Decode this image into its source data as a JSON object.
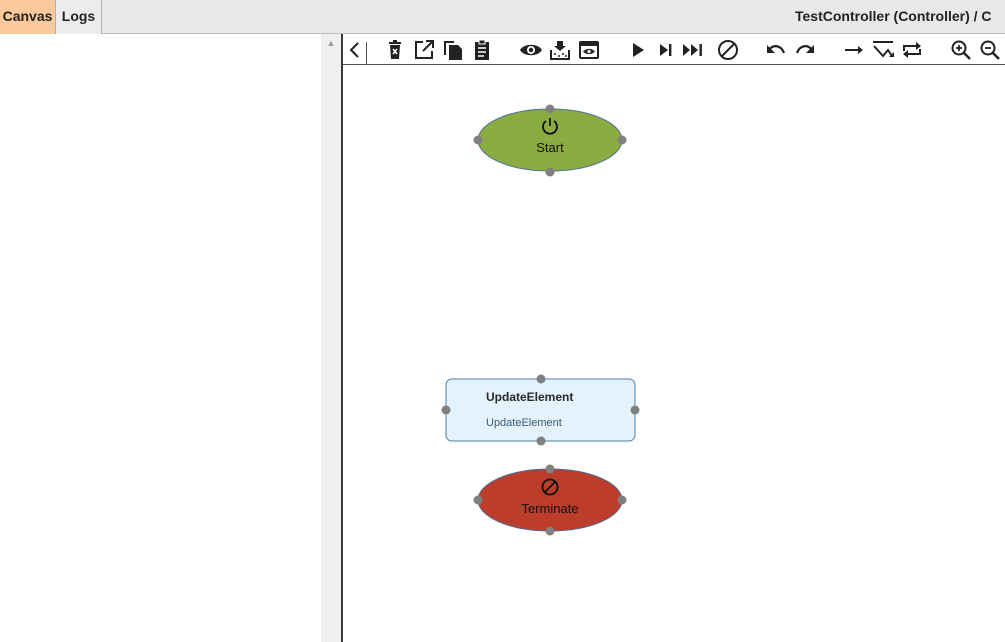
{
  "tabs": {
    "canvas": "Canvas",
    "logs": "Logs"
  },
  "header": {
    "title": "TestController (Controller) / C"
  },
  "toolbar": {
    "items": [
      "collapse-panel",
      "delete",
      "open-external",
      "copy",
      "paste",
      "view",
      "debug-step",
      "preview",
      "run",
      "step",
      "run-to-end",
      "disable",
      "undo",
      "redo",
      "link",
      "branch",
      "loop",
      "zoom-in",
      "zoom-out"
    ]
  },
  "nodes": {
    "start": {
      "label": "Start",
      "color": "#8aab3f",
      "icon": "power-icon"
    },
    "task": {
      "title": "UpdateElement",
      "subtitle": "UpdateElement",
      "color": "#e3f2fb",
      "border": "#4a7fa8"
    },
    "terminate": {
      "label": "Terminate",
      "color": "#bb3d2a",
      "icon": "block-icon"
    }
  },
  "colors": {
    "accent_tab": "#f9c89b",
    "port": "#808080"
  }
}
